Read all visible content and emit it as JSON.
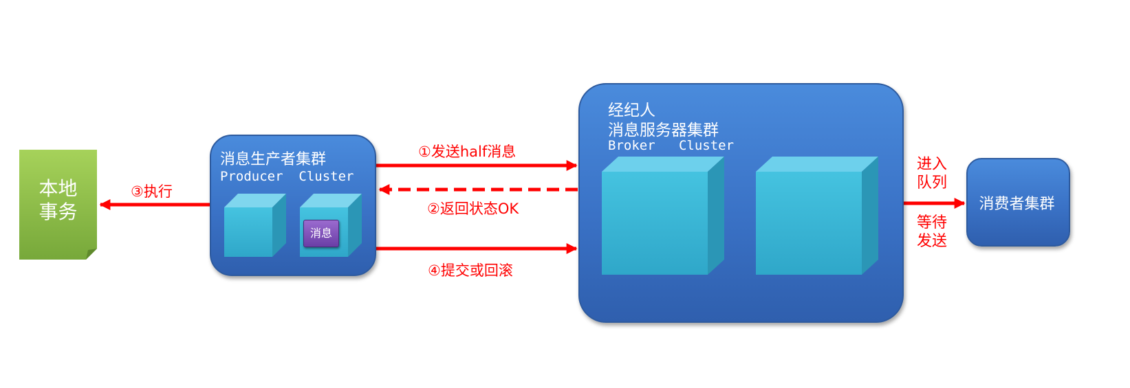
{
  "local_transaction": {
    "label": "本地\n事务"
  },
  "producer": {
    "title": "消息生产者集群",
    "subtitle": "Producer  Cluster",
    "message_chip": "消息"
  },
  "broker": {
    "title_line1": "经纪人",
    "title_line2": "消息服务器集群",
    "subtitle": "Broker   Cluster"
  },
  "consumer": {
    "title": "消费者集群"
  },
  "arrows": {
    "step1": "①发送half消息",
    "step2": "②返回状态OK",
    "step3": "③执行",
    "step4": "④提交或回滚",
    "enter_queue": "进入\n队列",
    "wait_send": "等待\n发送"
  },
  "colors": {
    "arrow": "#ff0000",
    "panel": "#3a72c6",
    "cube_front": "#3cb8d8",
    "local_tx": "#8cc04a",
    "message_chip": "#7a4db6"
  }
}
